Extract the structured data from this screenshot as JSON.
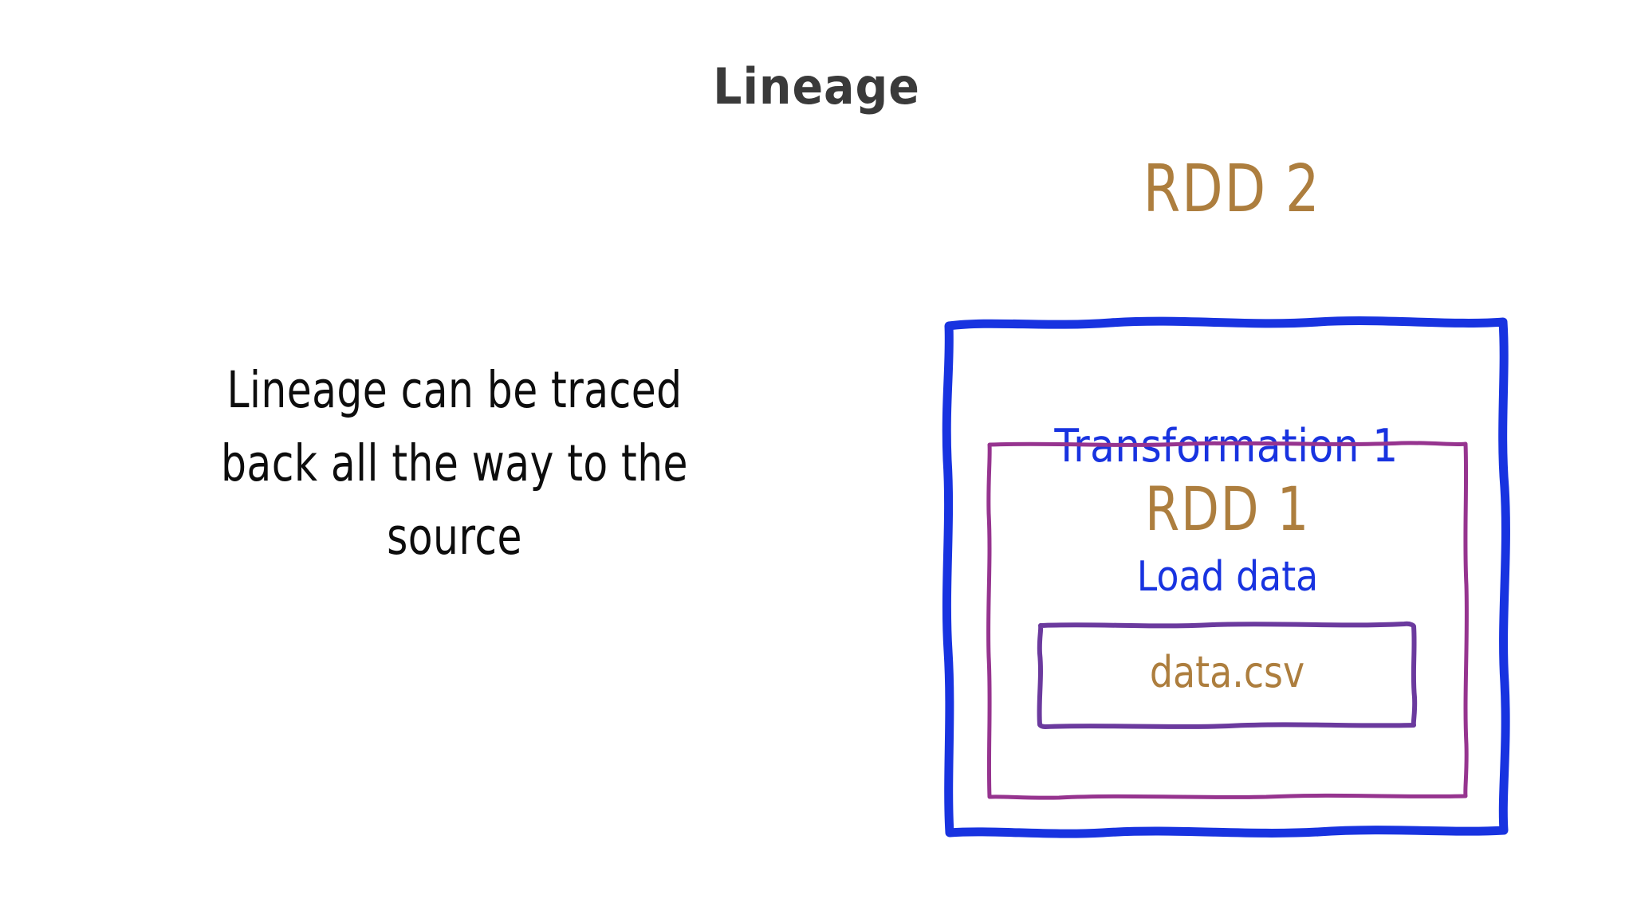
{
  "slide": {
    "title": "Lineage",
    "title_color": "#3a3a3a",
    "background_color": "#ffffff"
  },
  "lead": {
    "text": "Lineage can be traced back all the way to the source",
    "color": "#0d0d0d"
  },
  "diagram": {
    "outer": {
      "label": "RDD 2",
      "label_color": "#AD7E3E",
      "border_color": "#1833E0",
      "inner_label": "Transformation 1",
      "inner_label_color": "#1833E0"
    },
    "middle": {
      "label": "RDD 1",
      "label_color": "#AD7E3E",
      "border_color": "#96348F",
      "sub_label": "Load data",
      "sub_label_color": "#1833E0"
    },
    "inner": {
      "label": "data.csv",
      "label_color": "#AD7E3E",
      "border_color": "#6B3A9E"
    }
  }
}
